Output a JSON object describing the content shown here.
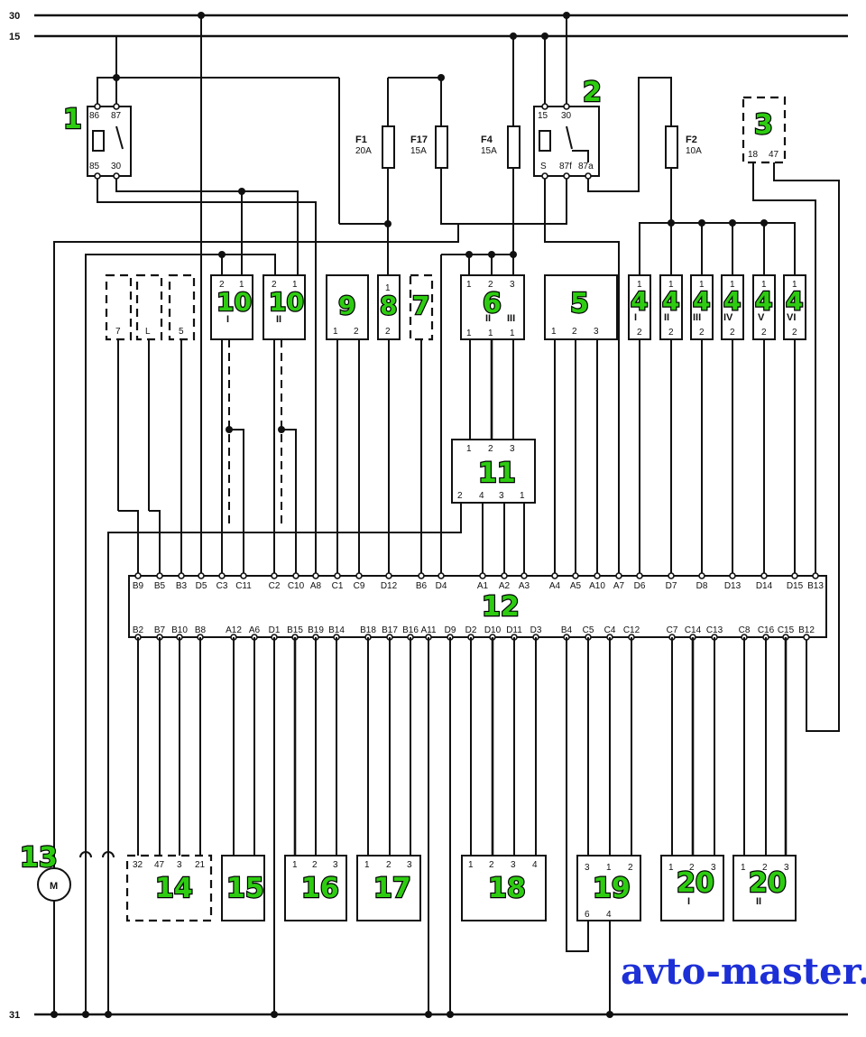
{
  "rails": {
    "top_30": "30",
    "top_15": "15",
    "bottom_31": "31"
  },
  "watermark": "avto-master.info",
  "numbers": {
    "n1": "1",
    "n2": "2",
    "n3": "3",
    "n4a": "4",
    "n4b": "4",
    "n4c": "4",
    "n4d": "4",
    "n4e": "4",
    "n4f": "4",
    "n5": "5",
    "n6": "6",
    "n7": "7",
    "n8": "8",
    "n9": "9",
    "n10a": "10",
    "n10b": "10",
    "n11": "11",
    "n12": "12",
    "n13": "13",
    "n14": "14",
    "n15": "15",
    "n16": "16",
    "n17": "17",
    "n18": "18",
    "n19": "19",
    "n20a": "20",
    "n20b": "20"
  },
  "fuses": {
    "f1": {
      "name": "F1",
      "rating": "20A"
    },
    "f17": {
      "name": "F17",
      "rating": "15A"
    },
    "f4": {
      "name": "F4",
      "rating": "15A"
    },
    "f2": {
      "name": "F2",
      "rating": "10A"
    }
  },
  "relay1": {
    "p86": "86",
    "p87": "87",
    "p85": "85",
    "p30": "30"
  },
  "relay2": {
    "p15": "15",
    "p30": "30",
    "pS": "S",
    "p87f": "87f",
    "p87a": "87a"
  },
  "comp3": {
    "p18": "18",
    "p47": "47"
  },
  "motor": "M",
  "romans": {
    "i": "I",
    "ii": "II",
    "iii": "III",
    "iv": "IV",
    "v": "V",
    "vi": "VI"
  },
  "pins": {
    "one": "1",
    "two": "2",
    "three": "3",
    "four": "4",
    "six": "6",
    "seven": "7",
    "L": "L",
    "five": "5",
    "n32": "32",
    "n47": "47",
    "n21": "21"
  },
  "ecu_top": [
    "B9",
    "B5",
    "B3",
    "D5",
    "C3",
    "C11",
    "C2",
    "C10",
    "A8",
    "C1",
    "C9",
    "D12",
    "B6",
    "D4",
    "A1",
    "A2",
    "A3",
    "A4",
    "A5",
    "A10",
    "A7",
    "D6",
    "D7",
    "D8",
    "D13",
    "D14",
    "D15",
    "B13"
  ],
  "ecu_bottom": [
    "B2",
    "B7",
    "B10",
    "B8",
    "A12",
    "A6",
    "D1",
    "B15",
    "B19",
    "B14",
    "B18",
    "B17",
    "B16",
    "A11",
    "D9",
    "D2",
    "D10",
    "D11",
    "D3",
    "B4",
    "C5",
    "C4",
    "C12",
    "C7",
    "C14",
    "C13",
    "C8",
    "C16",
    "C15",
    "B12"
  ]
}
